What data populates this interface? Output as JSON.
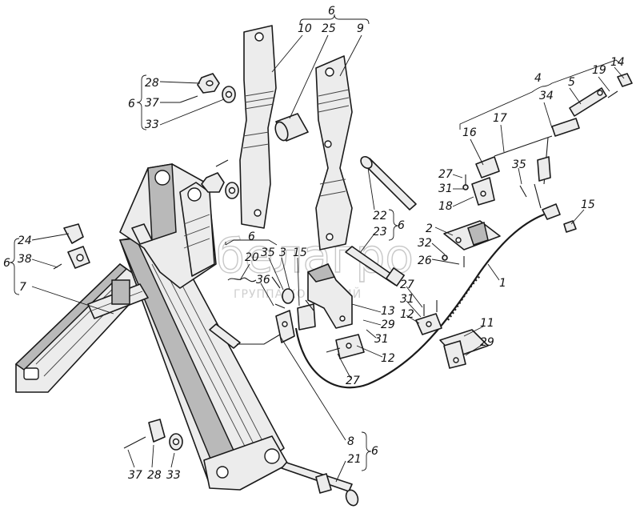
{
  "watermark": {
    "brand": "белагро",
    "subtitle": "ГРУППА КОМПАНИЙ"
  },
  "callouts": {
    "n6_top": "6",
    "n10": "10",
    "n25": "25",
    "n9": "9",
    "n28_top": "28",
    "n37_top": "37",
    "n33_top": "33",
    "n6_nut": "6",
    "n4": "4",
    "n5": "5",
    "n19": "19",
    "n14": "14",
    "n34": "34",
    "n16": "16",
    "n17": "17",
    "n27_a": "27",
    "n31_a": "31",
    "n18": "18",
    "n35_r": "35",
    "n15_r": "15",
    "n22": "22",
    "n23": "23",
    "n6_pin": "6",
    "n2": "2",
    "n32": "32",
    "n26": "26",
    "n1": "1",
    "n24": "24",
    "n38": "38",
    "n6_left": "6",
    "n7": "7",
    "n6_mid": "6",
    "n20": "20",
    "n35_m": "35",
    "n3": "3",
    "n15_m": "15",
    "n36": "36",
    "n13": "13",
    "n29_m": "29",
    "n31_m": "31",
    "n27_m": "27",
    "n31_b": "31",
    "n12_a": "12",
    "n12_b": "12",
    "n27_b": "27",
    "n11": "11",
    "n29_r": "29",
    "n8": "8",
    "n21": "21",
    "n6_bot": "6",
    "n37_bot": "37",
    "n28_bot": "28",
    "n33_bot": "33"
  },
  "colors": {
    "ink": "#1a1a1a",
    "paper": "#ffffff",
    "shade": "#b9b9b9",
    "watermark": "#c8c8c8"
  }
}
